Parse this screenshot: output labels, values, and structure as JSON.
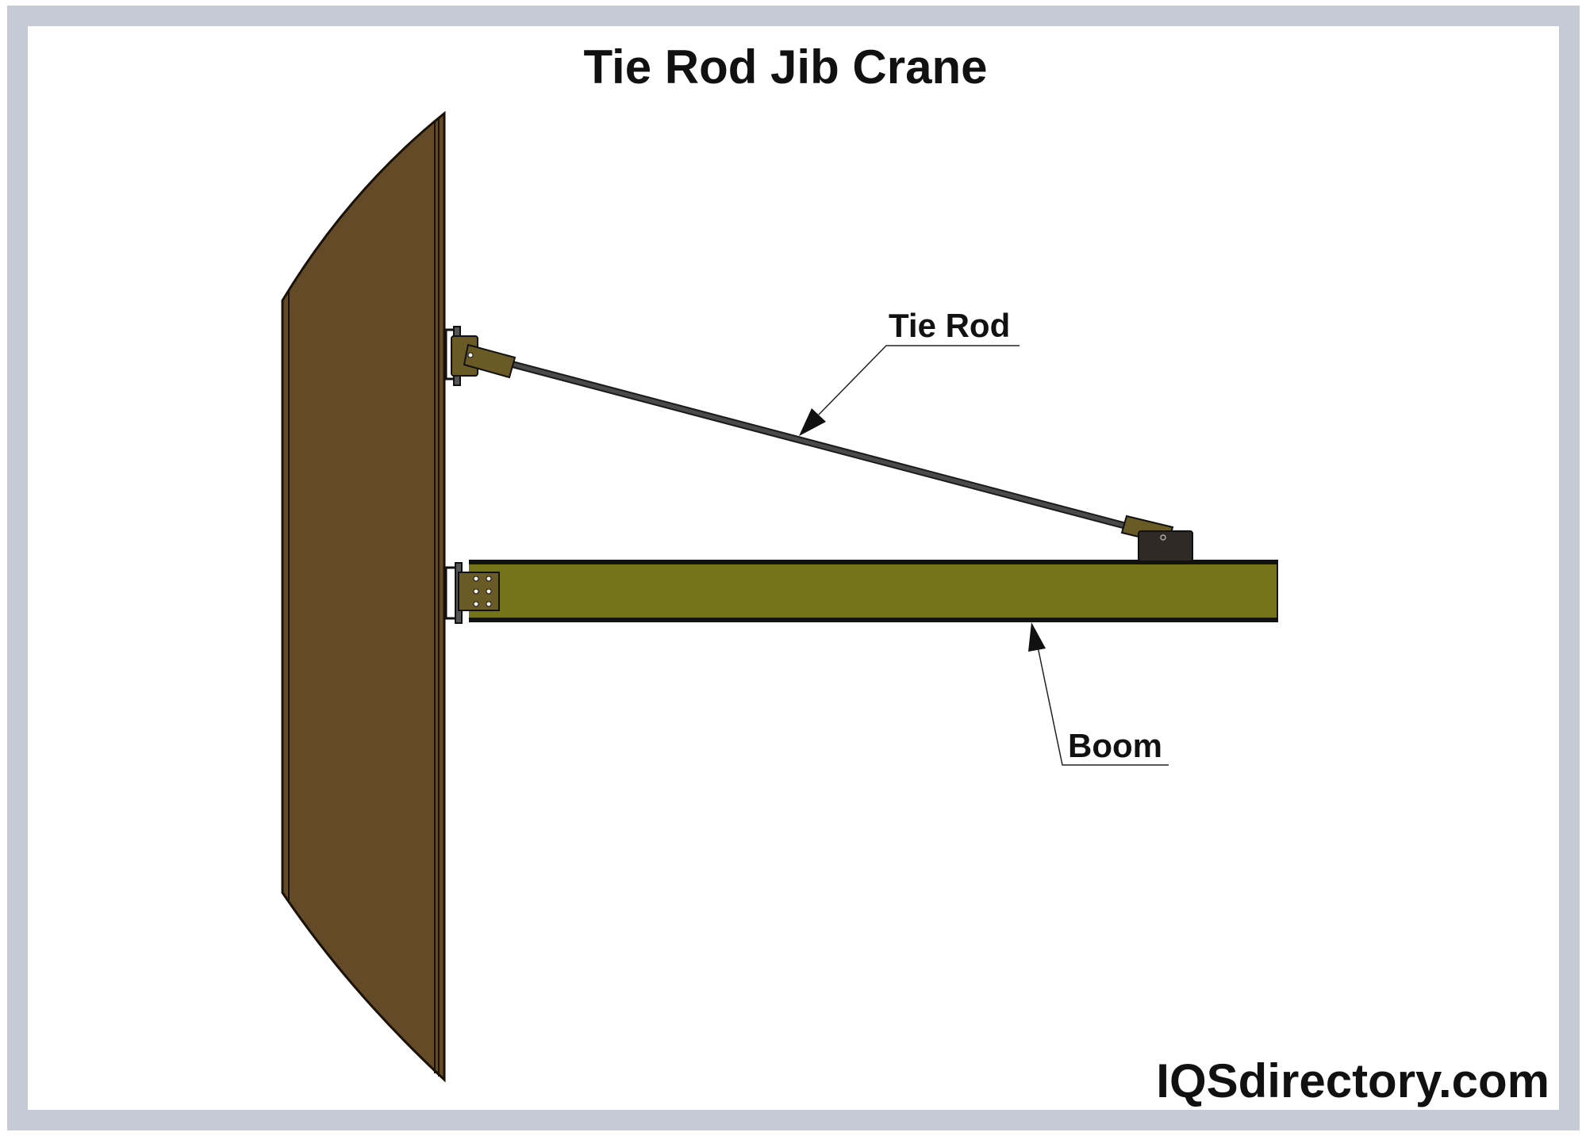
{
  "title": "Tie Rod Jib Crane",
  "labels": {
    "tie_rod": "Tie Rod",
    "boom": "Boom"
  },
  "watermark": "IQSdirectory.com",
  "colors": {
    "frame": "#c5cad4",
    "wall": "#654a28",
    "boom": "#757419",
    "bracket": "#6a5a25",
    "rod": "#3a3a3a",
    "block": "#2f2a26"
  }
}
